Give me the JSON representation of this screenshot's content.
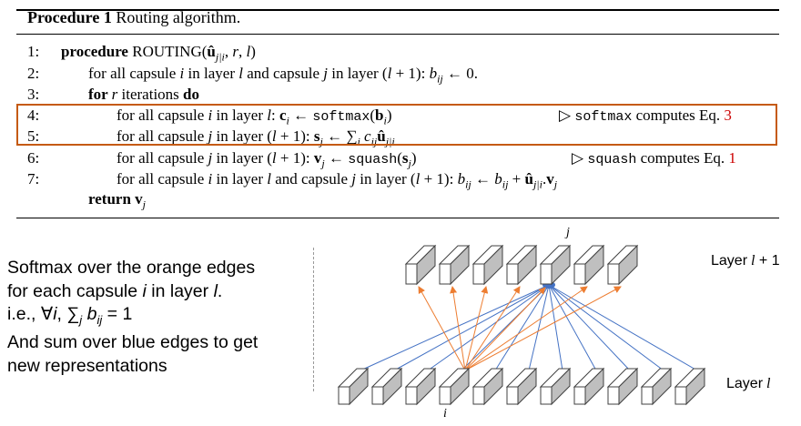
{
  "procedure": {
    "title_bold": "Procedure 1",
    "title_rest": " Routing algorithm.",
    "lines": [
      {
        "num": "1:",
        "segments": [
          {
            "t": "procedure ",
            "s": "b"
          },
          {
            "t": "ROUTING(",
            "s": "sc"
          },
          {
            "t": "û",
            "s": "mb"
          },
          {
            "t": "j|i",
            "s": "sub"
          },
          {
            "t": ", ",
            "s": "n"
          },
          {
            "t": "r",
            "s": "i"
          },
          {
            "t": ", ",
            "s": "n"
          },
          {
            "t": "l",
            "s": "i"
          },
          {
            "t": ")",
            "s": "n"
          }
        ],
        "comment": []
      },
      {
        "num": "2:",
        "segments": [
          {
            "t": "for all capsule ",
            "s": "n"
          },
          {
            "t": "i",
            "s": "i"
          },
          {
            "t": " in layer ",
            "s": "n"
          },
          {
            "t": "l",
            "s": "i"
          },
          {
            "t": " and capsule ",
            "s": "n"
          },
          {
            "t": "j",
            "s": "i"
          },
          {
            "t": " in layer (",
            "s": "n"
          },
          {
            "t": "l",
            "s": "i"
          },
          {
            "t": " + 1): ",
            "s": "n"
          },
          {
            "t": "b",
            "s": "i"
          },
          {
            "t": "ij",
            "s": "sub"
          },
          {
            "t": " ← 0.",
            "s": "n"
          }
        ],
        "comment": []
      },
      {
        "num": "3:",
        "segments": [
          {
            "t": "for ",
            "s": "b"
          },
          {
            "t": "r",
            "s": "i"
          },
          {
            "t": " iterations ",
            "s": "n"
          },
          {
            "t": "do",
            "s": "b"
          }
        ],
        "comment": []
      },
      {
        "num": "4:",
        "segments": [
          {
            "t": "for all capsule ",
            "s": "n"
          },
          {
            "t": "i",
            "s": "i"
          },
          {
            "t": " in layer ",
            "s": "n"
          },
          {
            "t": "l",
            "s": "i"
          },
          {
            "t": ": ",
            "s": "n"
          },
          {
            "t": "c",
            "s": "mb"
          },
          {
            "t": "i",
            "s": "sub"
          },
          {
            "t": " ← ",
            "s": "n"
          },
          {
            "t": "softmax",
            "s": "m"
          },
          {
            "t": "(",
            "s": "n"
          },
          {
            "t": "b",
            "s": "mb"
          },
          {
            "t": "i",
            "s": "sub"
          },
          {
            "t": ")",
            "s": "n"
          }
        ],
        "comment": [
          {
            "t": "▷ ",
            "s": "n"
          },
          {
            "t": "softmax",
            "s": "m"
          },
          {
            "t": " computes Eq. ",
            "s": "n"
          },
          {
            "t": "3",
            "s": "red"
          }
        ]
      },
      {
        "num": "5:",
        "segments": [
          {
            "t": "for all capsule ",
            "s": "n"
          },
          {
            "t": "j",
            "s": "i"
          },
          {
            "t": " in layer (",
            "s": "n"
          },
          {
            "t": "l",
            "s": "i"
          },
          {
            "t": " + 1): ",
            "s": "n"
          },
          {
            "t": "s",
            "s": "mb"
          },
          {
            "t": "j",
            "s": "sub"
          },
          {
            "t": " ← ∑",
            "s": "n"
          },
          {
            "t": "i",
            "s": "sub"
          },
          {
            "t": " c",
            "s": "i"
          },
          {
            "t": "ij",
            "s": "sub"
          },
          {
            "t": "û",
            "s": "mb"
          },
          {
            "t": "j|i",
            "s": "sub"
          }
        ],
        "comment": []
      },
      {
        "num": "6:",
        "segments": [
          {
            "t": "for all capsule ",
            "s": "n"
          },
          {
            "t": "j",
            "s": "i"
          },
          {
            "t": " in layer (",
            "s": "n"
          },
          {
            "t": "l",
            "s": "i"
          },
          {
            "t": " + 1): ",
            "s": "n"
          },
          {
            "t": "v",
            "s": "mb"
          },
          {
            "t": "j",
            "s": "sub"
          },
          {
            "t": " ← ",
            "s": "n"
          },
          {
            "t": "squash",
            "s": "m"
          },
          {
            "t": "(",
            "s": "n"
          },
          {
            "t": "s",
            "s": "mb"
          },
          {
            "t": "j",
            "s": "sub"
          },
          {
            "t": ")",
            "s": "n"
          }
        ],
        "comment": [
          {
            "t": "▷ ",
            "s": "n"
          },
          {
            "t": "squash",
            "s": "m"
          },
          {
            "t": " computes Eq. ",
            "s": "n"
          },
          {
            "t": "1",
            "s": "red"
          }
        ]
      },
      {
        "num": "7:",
        "segments": [
          {
            "t": "for all capsule ",
            "s": "n"
          },
          {
            "t": "i",
            "s": "i"
          },
          {
            "t": " in layer ",
            "s": "n"
          },
          {
            "t": "l",
            "s": "i"
          },
          {
            "t": " and capsule ",
            "s": "n"
          },
          {
            "t": "j",
            "s": "i"
          },
          {
            "t": " in layer (",
            "s": "n"
          },
          {
            "t": "l",
            "s": "i"
          },
          {
            "t": " + 1): ",
            "s": "n"
          },
          {
            "t": "b",
            "s": "i"
          },
          {
            "t": "ij",
            "s": "sub"
          },
          {
            "t": " ← ",
            "s": "n"
          },
          {
            "t": "b",
            "s": "i"
          },
          {
            "t": "ij",
            "s": "sub"
          },
          {
            "t": " + ",
            "s": "n"
          },
          {
            "t": "û",
            "s": "mb"
          },
          {
            "t": "j|i",
            "s": "sub"
          },
          {
            "t": ".",
            "s": "n"
          },
          {
            "t": "v",
            "s": "mb"
          },
          {
            "t": "j",
            "s": "sub"
          }
        ],
        "comment": []
      },
      {
        "num": "",
        "segments": [
          {
            "t": "return ",
            "s": "b"
          },
          {
            "t": "v",
            "s": "mb"
          },
          {
            "t": "j",
            "s": "sub"
          }
        ],
        "comment": []
      }
    ]
  },
  "explanation": {
    "line1": "Softmax over the orange edges",
    "line2_pre": "for each capsule ",
    "line2_i": "i",
    "line2_mid": " in layer ",
    "line2_l": "l",
    "line2_end": ".",
    "line3_pre": "i.e., ∀",
    "line3_i": "i",
    "line3_sum": ", ∑",
    "line3_sub": "j",
    "line3_b": " b",
    "line3_bsub": "ij",
    "line3_eq": " = 1",
    "line4": "And sum over blue edges to get",
    "line5": "new representations"
  },
  "diagram": {
    "upper_label": "Layer l + 1",
    "lower_label": "Layer l",
    "top_node_label": "j",
    "bottom_node_label": "i",
    "upper_capsule_count": 7,
    "lower_capsule_count": 11,
    "colors": {
      "orange": "#ed7d31",
      "blue": "#4472c4",
      "box_outline": "#c55a11",
      "cube_front": "#ffffff",
      "cube_top": "#ffffff",
      "cube_side": "#bfbfbf",
      "cube_stroke": "#404040"
    }
  }
}
